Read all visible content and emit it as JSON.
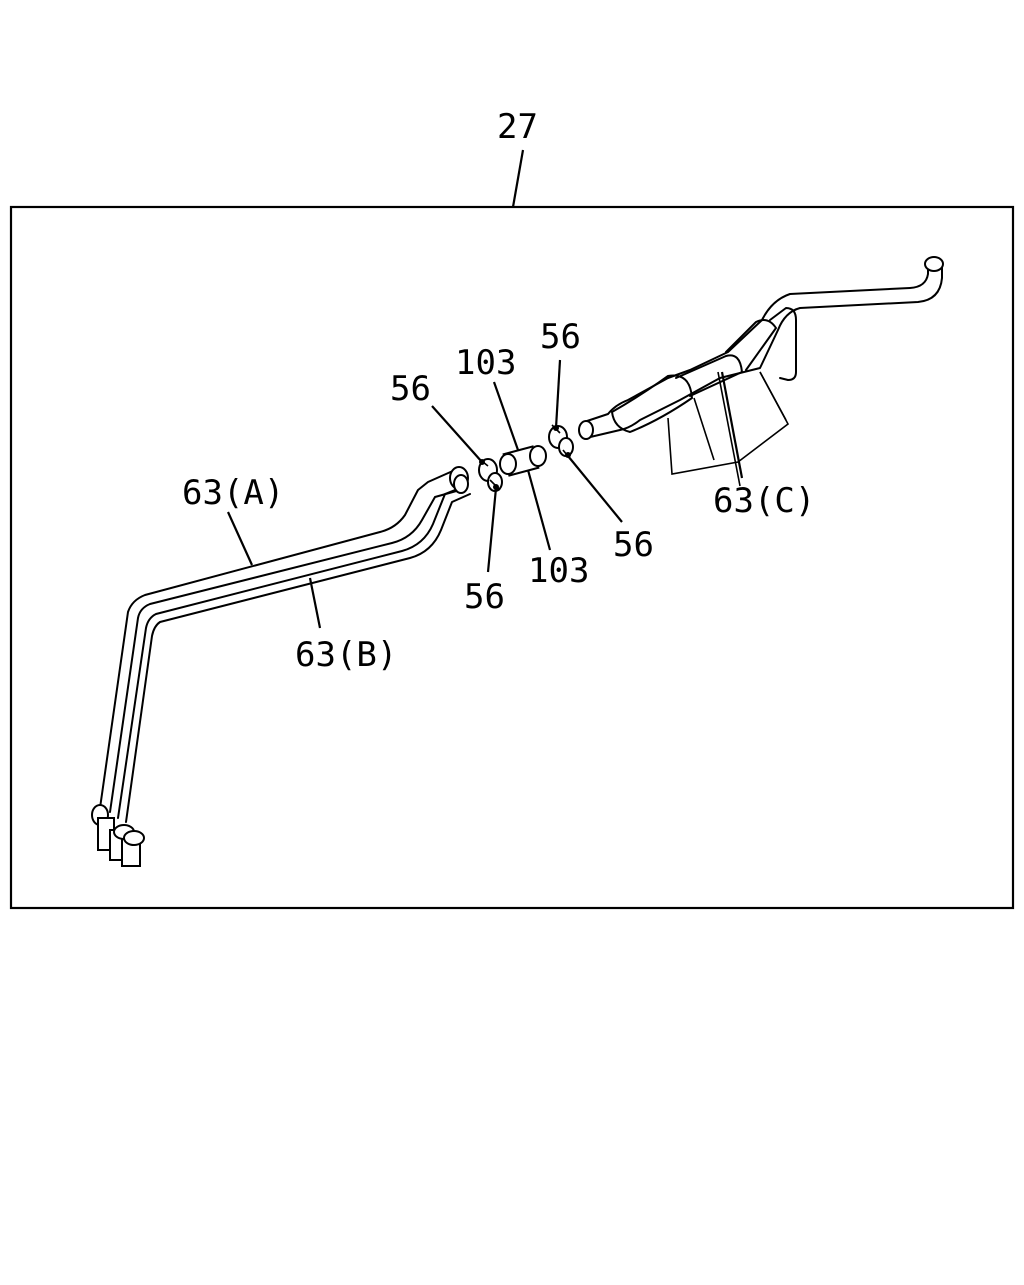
{
  "diagram": {
    "assembly_label": "27",
    "labels": {
      "pipe_a": "63(A)",
      "pipe_b": "63(B)",
      "pipe_c": "63(C)",
      "clamp_upper_left": "56",
      "clamp_lower_left": "56",
      "clamp_upper_right": "56",
      "clamp_lower_right": "56",
      "hose_upper": "103",
      "hose_lower": "103"
    },
    "colors": {
      "ink": "#000000",
      "paper": "#ffffff"
    }
  }
}
